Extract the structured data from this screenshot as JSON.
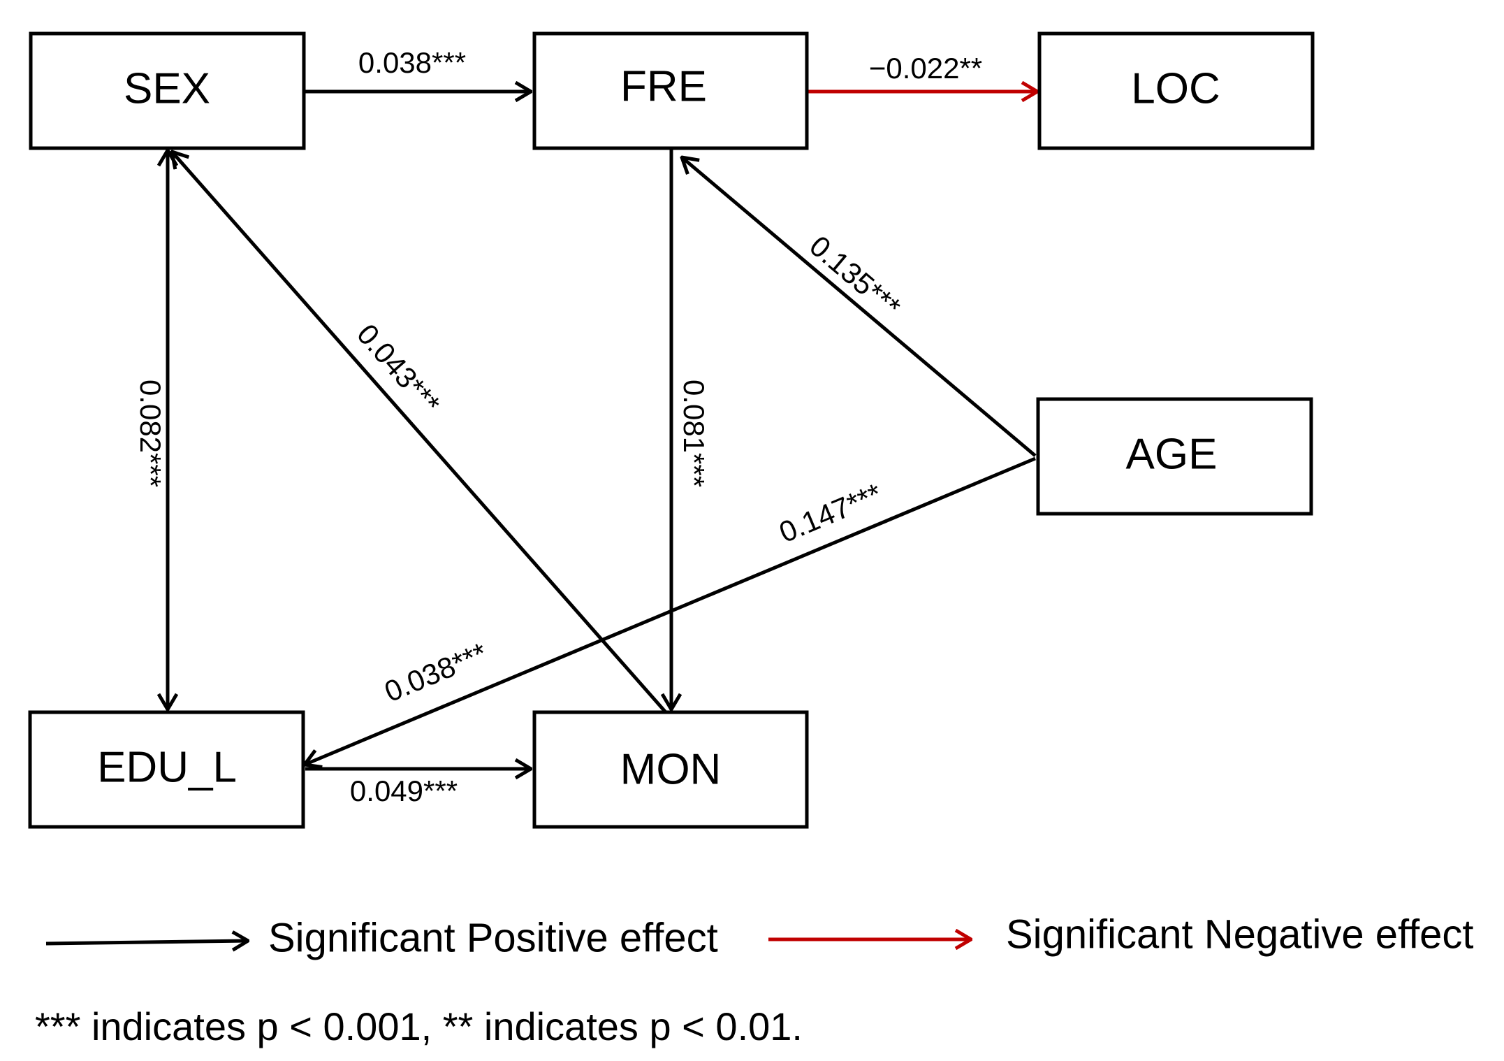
{
  "colors": {
    "positive": "#000000",
    "negative": "#c00000",
    "box_border": "#000000",
    "background": "#ffffff"
  },
  "nodes": {
    "sex": "SEX",
    "fre": "FRE",
    "loc": "LOC",
    "age": "AGE",
    "edu_l": "EDU_L",
    "mon": "MON"
  },
  "edges": {
    "sex_fre": "0.038***",
    "fre_loc": "−0.022**",
    "sex_edu": "0.082***",
    "mon_sex": "0.043***",
    "fre_mon": "0.081***",
    "age_fre": "0.135***",
    "age_edu_147": "0.147***",
    "age_edu_038": "0.038***",
    "edu_mon": "0.049***"
  },
  "edge_list": [
    {
      "from": "SEX",
      "to": "FRE",
      "coef": 0.038,
      "sig": "***",
      "sign": "positive"
    },
    {
      "from": "FRE",
      "to": "LOC",
      "coef": -0.022,
      "sig": "**",
      "sign": "negative"
    },
    {
      "from": "SEX",
      "to": "EDU_L",
      "coef": 0.082,
      "sig": "***",
      "sign": "positive",
      "bidirectional": true
    },
    {
      "from": "MON",
      "to": "SEX",
      "coef": 0.043,
      "sig": "***",
      "sign": "positive"
    },
    {
      "from": "FRE",
      "to": "MON",
      "coef": 0.081,
      "sig": "***",
      "sign": "positive"
    },
    {
      "from": "AGE",
      "to": "FRE",
      "coef": 0.135,
      "sig": "***",
      "sign": "positive"
    },
    {
      "from": "AGE",
      "to": "EDU_L",
      "coef": 0.147,
      "sig": "***",
      "sign": "positive"
    },
    {
      "from": "AGE",
      "to": "EDU_L",
      "coef": 0.038,
      "sig": "***",
      "sign": "positive"
    },
    {
      "from": "EDU_L",
      "to": "MON",
      "coef": 0.049,
      "sig": "***",
      "sign": "positive"
    }
  ],
  "legend": {
    "positive_label": "Significant Positive effect",
    "negative_label": "Significant Negative effect"
  },
  "footnote": "*** indicates p < 0.001, ** indicates p < 0.01."
}
